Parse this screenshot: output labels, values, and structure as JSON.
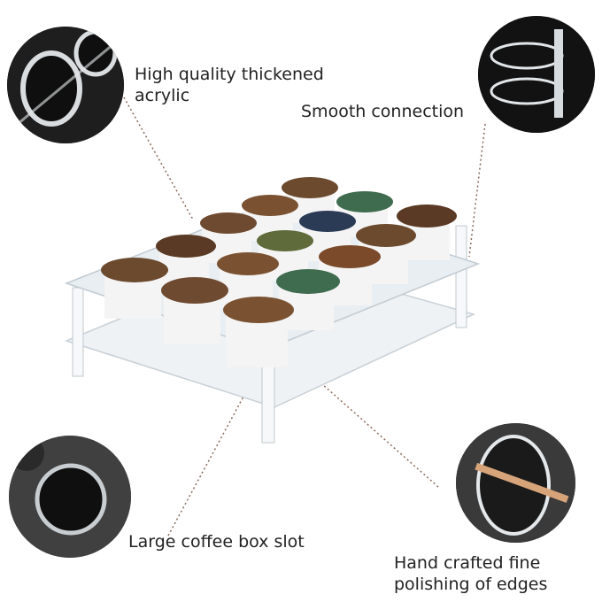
{
  "labels": {
    "acrylic": "High quality thickened\nacrylic",
    "connection": "Smooth connection",
    "slot": "Large coffee box slot",
    "polishing": "Hand crafted fine\npolishing of edges"
  },
  "colors": {
    "text": "#222222",
    "leader": "#8a6a5a",
    "callout_bg": "#1c1c1c",
    "acrylic": "#e9eef2",
    "pod_lid": "#6b4a2e",
    "pod_cup": "#f2f2f2"
  },
  "icons": [
    "acrylic-closeup-image",
    "connection-closeup-image",
    "slot-closeup-image",
    "polishing-closeup-image"
  ]
}
